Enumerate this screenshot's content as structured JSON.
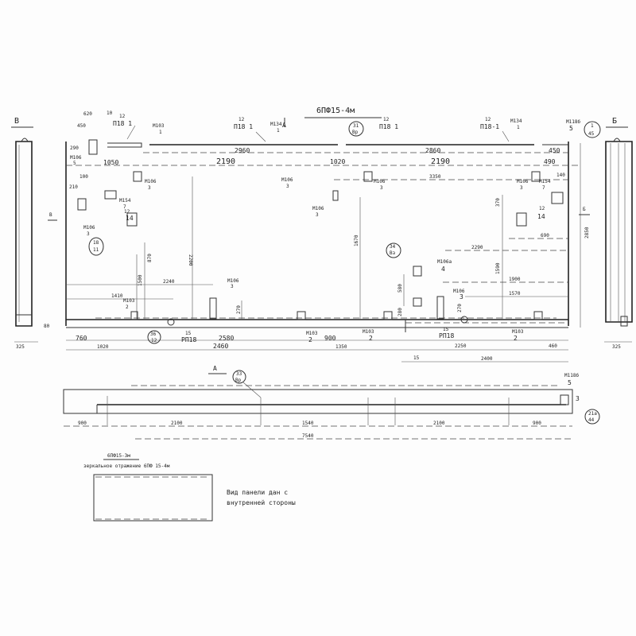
{
  "drawing": {
    "title": "6ПФ15-4м",
    "section_left": "В",
    "section_right": "Б",
    "view_a": "А",
    "view_a_plan": "А",
    "arrow_b": "Б",
    "arrow_v": "В",
    "arrow_b2": "Б"
  },
  "top_labels": {
    "l620": "620",
    "l450": "450",
    "l10": "10",
    "p12a": "12",
    "p118a": "П18 1",
    "m103": "М103",
    "m103n": "1",
    "p12b": "12",
    "p118b": "П18 1",
    "m134a": "М134",
    "m134an": "1",
    "c31": "31",
    "c31b": "Вр",
    "p12c": "12",
    "p118c": "П18 1",
    "p12d": "12",
    "p118d": "П18-1",
    "m134b": "М134",
    "m134bn": "1",
    "m118": "М118б",
    "m118n": "5",
    "c1": "1",
    "c1b": "45",
    "m106l": "М106",
    "m106ln": "5",
    "l290": "290"
  },
  "dimensions": {
    "d2960": "2960",
    "d2860": "2860",
    "d450": "450",
    "d1050": "1050",
    "d2190a": "2190",
    "d1020": "1020",
    "d2190b": "2190",
    "d490": "490",
    "d100": "100",
    "d3350": "3350",
    "d140": "140",
    "d210": "210",
    "d870": "870",
    "d2200": "2200",
    "d1670": "1670",
    "d1500": "1500",
    "d370": "370",
    "d690": "690",
    "d2290": "2290",
    "d1590": "1590",
    "d2850": "2850",
    "d2240": "2240",
    "d1410": "1410",
    "d270": "270",
    "d580": "580",
    "d280": "280",
    "d1900": "1900",
    "d1570": "1570",
    "d270b": "270",
    "d760": "760",
    "d1020b": "1020",
    "d2460": "2460",
    "d2580": "2580",
    "d900": "900",
    "d1350": "1350",
    "d2250": "2250",
    "d460": "460",
    "d15": "15",
    "d2400": "2400",
    "d325a": "325",
    "d325b": "325",
    "d80": "80"
  },
  "marks": {
    "m106a": "М106",
    "m106an": "3",
    "m106b": "М106",
    "m106bn": "3",
    "m106c": "М106",
    "m106cn": "3",
    "m106d": "М106",
    "m106dn": "3",
    "m106e": "М106",
    "m106en": "3",
    "m106f": "М106",
    "m106fn": "3",
    "m154": "М154",
    "m154n": "7",
    "m154b": "М154",
    "m154bn": "7",
    "n12a": "12",
    "n14a": "14",
    "n12b": "12",
    "n14b": "14",
    "c18": "18",
    "c18b": "11",
    "c34": "34",
    "c34b": "Вз",
    "m106g": "М106а",
    "m106gn": "4",
    "m106h": "М106",
    "m106hn": "3",
    "m103a": "М103",
    "m103an": "2",
    "m103b": "М103",
    "m103bn": "2",
    "m103c": "М103",
    "m103cn": "2",
    "m103d": "М103",
    "m103dn": "2",
    "c36": "36",
    "c36b": "12",
    "pn15a": "15",
    "pn18a": "РП18",
    "pn15b": "15",
    "pn18b": "РП18"
  },
  "plan": {
    "c33": "33",
    "c33b": "Вр",
    "m118": "М118б",
    "m118n": "5",
    "c21": "21а",
    "c21b": "44",
    "d3": "3",
    "d900a": "900",
    "d2100a": "2100",
    "d1540": "1540",
    "d2100b": "2100",
    "d900b": "900",
    "total": "7540"
  },
  "mirror": {
    "title": "6ПФ15-3м",
    "subtitle": "зеркальное отражение 6ПФ 15-4м"
  },
  "note": {
    "line1": "Вид панели дан с",
    "line2": "внутренней стороны"
  }
}
